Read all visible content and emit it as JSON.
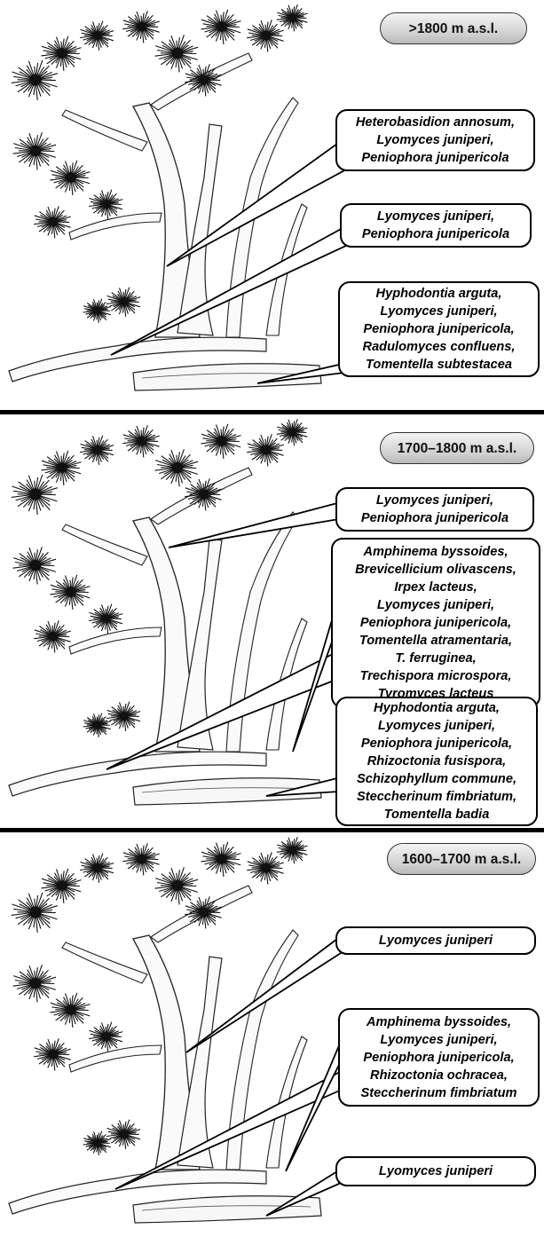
{
  "panels": [
    {
      "elevation": ">1800 m a.s.l.",
      "boxes": [
        {
          "lines": [
            "Heterobasidion annosum,",
            "Lyomyces juniperi,",
            "Peniophora junipericola"
          ]
        },
        {
          "lines": [
            "Lyomyces juniperi,",
            "Peniophora junipericola"
          ]
        },
        {
          "lines": [
            "Hyphodontia arguta,",
            "Lyomyces juniperi,",
            "Peniophora junipericola,",
            "Radulomyces confluens,",
            "Tomentella subtestacea"
          ]
        }
      ]
    },
    {
      "elevation": "1700–1800 m a.s.l.",
      "boxes": [
        {
          "lines": [
            "Lyomyces juniperi,",
            "Peniophora junipericola"
          ]
        },
        {
          "lines": [
            "Amphinema byssoides,",
            "Brevicellicium olivascens,",
            "Irpex lacteus,",
            "Lyomyces juniperi,",
            "Peniophora junipericola,",
            "Tomentella atramentaria,",
            "T. ferruginea,",
            "Trechispora microspora,",
            "Tyromyces lacteus"
          ]
        },
        {
          "lines": [
            "Hyphodontia arguta,",
            "Lyomyces juniperi,",
            "Peniophora junipericola,",
            "Rhizoctonia fusispora,",
            "Schizophyllum commune,",
            "Steccherinum fimbriatum,",
            "Tomentella badia"
          ]
        }
      ]
    },
    {
      "elevation": "1600–1700 m a.s.l.",
      "boxes": [
        {
          "lines": [
            "Lyomyces juniperi"
          ]
        },
        {
          "lines": [
            "Amphinema byssoides,",
            "Lyomyces juniperi,",
            "Peniophora junipericola,",
            "Rhizoctonia ochracea,",
            "Steccherinum fimbriatum"
          ]
        },
        {
          "lines": [
            "Lyomyces juniperi"
          ]
        }
      ]
    }
  ]
}
